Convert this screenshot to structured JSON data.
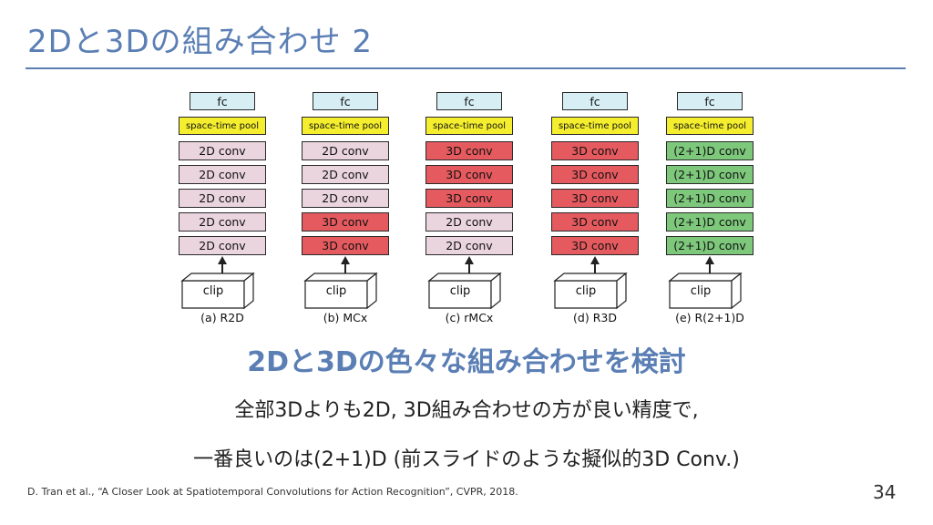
{
  "slide": {
    "title": "2Dと3Dの組み合わせ 2",
    "subtitle": "2Dと3Dの色々な組み合わせを検討",
    "body": [
      "全部3Dよりも2D, 3D組み合わせの方が良い精度で,",
      "一番良いのは(2+1)D (前スライドのような擬似的3D Conv.)"
    ],
    "citation": "D. Tran et al., “A Closer Look at Spatiotemporal Convolutions for Action Recognition”, CVPR, 2018.",
    "page_number": "34"
  },
  "figure": {
    "fc_label": "fc",
    "pool_label": "space-time pool",
    "clip_label": "clip",
    "colors": {
      "fc": "#d6eef4",
      "pool": "#f4ee2e",
      "conv2d": "#ead4de",
      "conv3d": "#e55a5f",
      "conv21d": "#7ec87c"
    },
    "architectures": [
      {
        "caption": "(a) R2D",
        "layers": [
          {
            "label": "2D conv",
            "kind": "2d"
          },
          {
            "label": "2D conv",
            "kind": "2d"
          },
          {
            "label": "2D conv",
            "kind": "2d"
          },
          {
            "label": "2D conv",
            "kind": "2d"
          },
          {
            "label": "2D conv",
            "kind": "2d"
          }
        ]
      },
      {
        "caption": "(b) MCx",
        "layers": [
          {
            "label": "2D conv",
            "kind": "2d"
          },
          {
            "label": "2D conv",
            "kind": "2d"
          },
          {
            "label": "2D conv",
            "kind": "2d"
          },
          {
            "label": "3D conv",
            "kind": "3d"
          },
          {
            "label": "3D conv",
            "kind": "3d"
          }
        ]
      },
      {
        "caption": "(c) rMCx",
        "layers": [
          {
            "label": "3D conv",
            "kind": "3d"
          },
          {
            "label": "3D conv",
            "kind": "3d"
          },
          {
            "label": "3D conv",
            "kind": "3d"
          },
          {
            "label": "2D conv",
            "kind": "2d"
          },
          {
            "label": "2D conv",
            "kind": "2d"
          }
        ]
      },
      {
        "caption": "(d) R3D",
        "layers": [
          {
            "label": "3D conv",
            "kind": "3d"
          },
          {
            "label": "3D conv",
            "kind": "3d"
          },
          {
            "label": "3D conv",
            "kind": "3d"
          },
          {
            "label": "3D conv",
            "kind": "3d"
          },
          {
            "label": "3D conv",
            "kind": "3d"
          }
        ]
      },
      {
        "caption": "(e) R(2+1)D",
        "layers": [
          {
            "label": "(2+1)D conv",
            "kind": "21d"
          },
          {
            "label": "(2+1)D conv",
            "kind": "21d"
          },
          {
            "label": "(2+1)D conv",
            "kind": "21d"
          },
          {
            "label": "(2+1)D conv",
            "kind": "21d"
          },
          {
            "label": "(2+1)D conv",
            "kind": "21d"
          }
        ]
      }
    ]
  }
}
